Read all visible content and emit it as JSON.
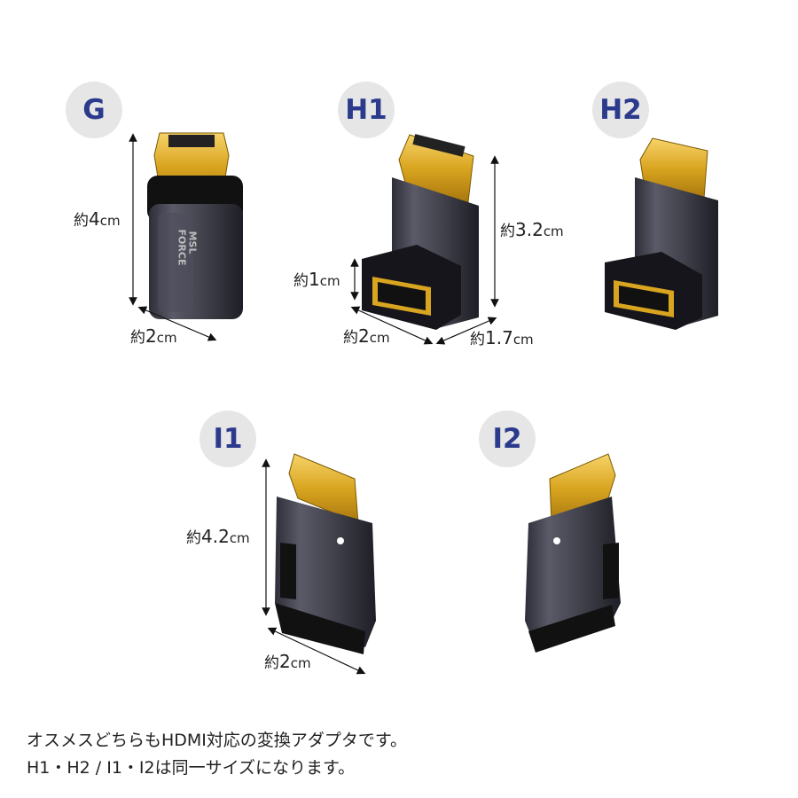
{
  "badges": {
    "g": "G",
    "h1": "H1",
    "h2": "H2",
    "i1": "I1",
    "i2": "I2"
  },
  "brand": {
    "line1": "MSL",
    "line2": "FORCE"
  },
  "dimensions": {
    "g_height": {
      "prefix": "約",
      "value": "4",
      "unit": "cm"
    },
    "g_width": {
      "prefix": "約",
      "value": "2",
      "unit": "cm"
    },
    "h1_height": {
      "prefix": "約",
      "value": "3.2",
      "unit": "cm"
    },
    "h1_port": {
      "prefix": "約",
      "value": "1",
      "unit": "cm"
    },
    "h1_width": {
      "prefix": "約",
      "value": "2",
      "unit": "cm"
    },
    "h1_depth": {
      "prefix": "約",
      "value": "1.7",
      "unit": "cm"
    },
    "i1_height": {
      "prefix": "約",
      "value": "4.2",
      "unit": "cm"
    },
    "i1_width": {
      "prefix": "約",
      "value": "2",
      "unit": "cm"
    }
  },
  "caption": {
    "line1": "オスメスどちらもHDMI対応の変換アダプタです。",
    "line2": "H1・H2 / I1・I2は同一サイズになります。"
  },
  "colors": {
    "badge_bg": "#e6e6e6",
    "badge_text": "#2b3a8c",
    "gold": "#d9a520",
    "body": "#3a3a45"
  }
}
